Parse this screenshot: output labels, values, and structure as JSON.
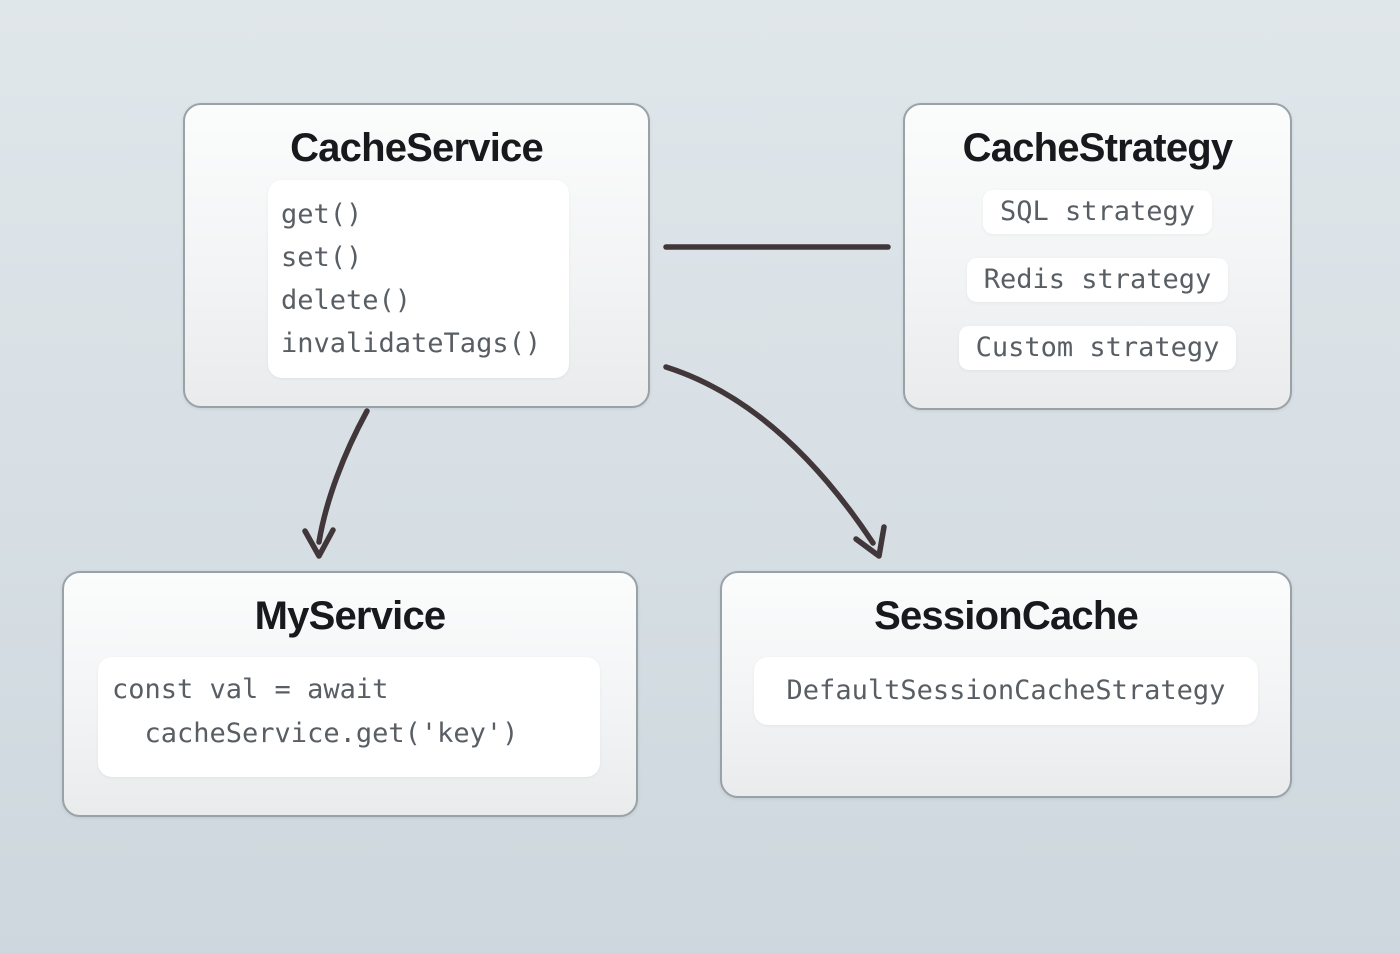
{
  "diagram": {
    "nodes": {
      "cache_service": {
        "title": "CacheService",
        "methods": [
          "get()",
          "set()",
          "delete()",
          "invalidateTags()"
        ]
      },
      "cache_strategy": {
        "title": "CacheStrategy",
        "strategies": [
          "SQL strategy",
          "Redis strategy",
          "Custom strategy"
        ]
      },
      "my_service": {
        "title": "MyService",
        "code_lines": [
          "const val = await",
          "  cacheService.get('key')"
        ]
      },
      "session_cache": {
        "title": "SessionCache",
        "strategy_label": "DefaultSessionCacheStrategy"
      }
    },
    "connectors": [
      {
        "type": "line",
        "from": "CacheService",
        "to": "CacheStrategy"
      },
      {
        "type": "arrow",
        "from": "CacheService",
        "to": "MyService"
      },
      {
        "type": "arrow",
        "from": "CacheService",
        "to": "SessionCache"
      }
    ]
  },
  "colors": {
    "bg_top": "#e0e7eb",
    "bg_bottom": "#cdd7dd",
    "node_border": "#9aa2a7",
    "node_bg_top": "#fbfcfc",
    "node_bg_bottom": "#e9ebec",
    "panel_bg": "#ffffff",
    "title_color": "#17191d",
    "code_color": "#585e63",
    "arrow_color": "#41363a"
  }
}
